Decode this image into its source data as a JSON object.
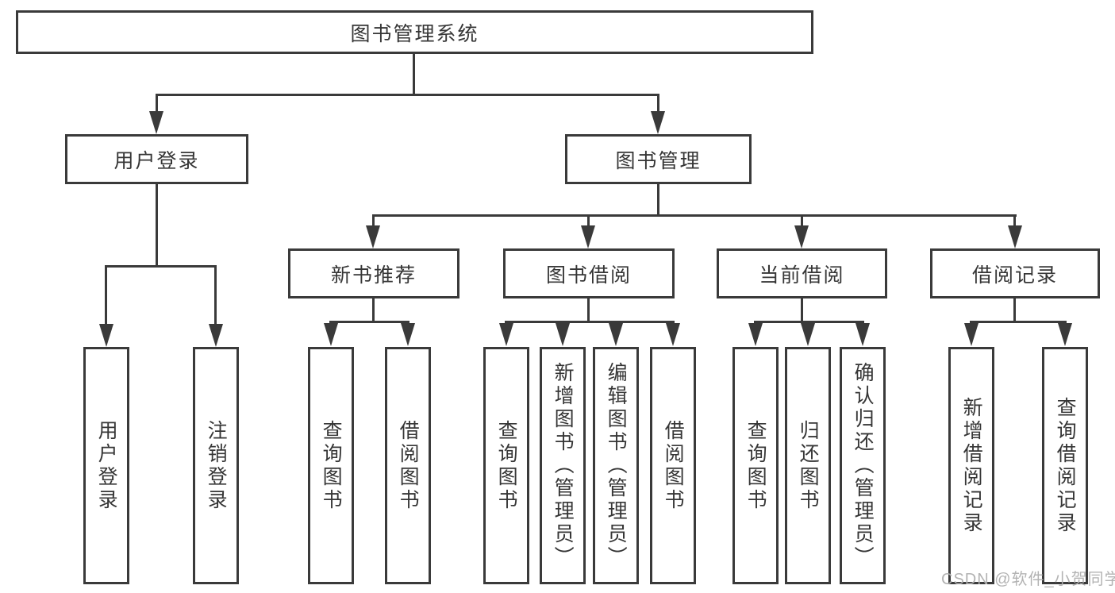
{
  "diagram": {
    "type": "hierarchy-tree",
    "root": {
      "label": "图书管理系统"
    },
    "level1": [
      {
        "label": "用户登录"
      },
      {
        "label": "图书管理"
      }
    ],
    "level2": [
      {
        "label": "新书推荐",
        "parent": "图书管理"
      },
      {
        "label": "图书借阅",
        "parent": "图书管理"
      },
      {
        "label": "当前借阅",
        "parent": "图书管理"
      },
      {
        "label": "借阅记录",
        "parent": "图书管理"
      }
    ],
    "leaves": [
      {
        "label": "用户登录",
        "parent": "用户登录"
      },
      {
        "label": "注销登录",
        "parent": "用户登录"
      },
      {
        "label": "查询图书",
        "parent": "新书推荐"
      },
      {
        "label": "借阅图书",
        "parent": "新书推荐"
      },
      {
        "label": "查询图书",
        "parent": "图书借阅"
      },
      {
        "label": "新增图书（管理员）",
        "parent": "图书借阅"
      },
      {
        "label": "编辑图书（管理员）",
        "parent": "图书借阅"
      },
      {
        "label": "借阅图书",
        "parent": "图书借阅"
      },
      {
        "label": "查询图书",
        "parent": "当前借阅"
      },
      {
        "label": "归还图书",
        "parent": "当前借阅"
      },
      {
        "label": "确认归还（管理员）",
        "parent": "当前借阅"
      },
      {
        "label": "新增借阅记录",
        "parent": "借阅记录"
      },
      {
        "label": "查询借阅记录",
        "parent": "借阅记录"
      }
    ],
    "colors": {
      "line": "#3a3a3a",
      "text": "#363636",
      "background": "#ffffff",
      "watermark": "#afafaf"
    }
  },
  "watermark": {
    "text": "CSDN @软件_小贺同学"
  }
}
